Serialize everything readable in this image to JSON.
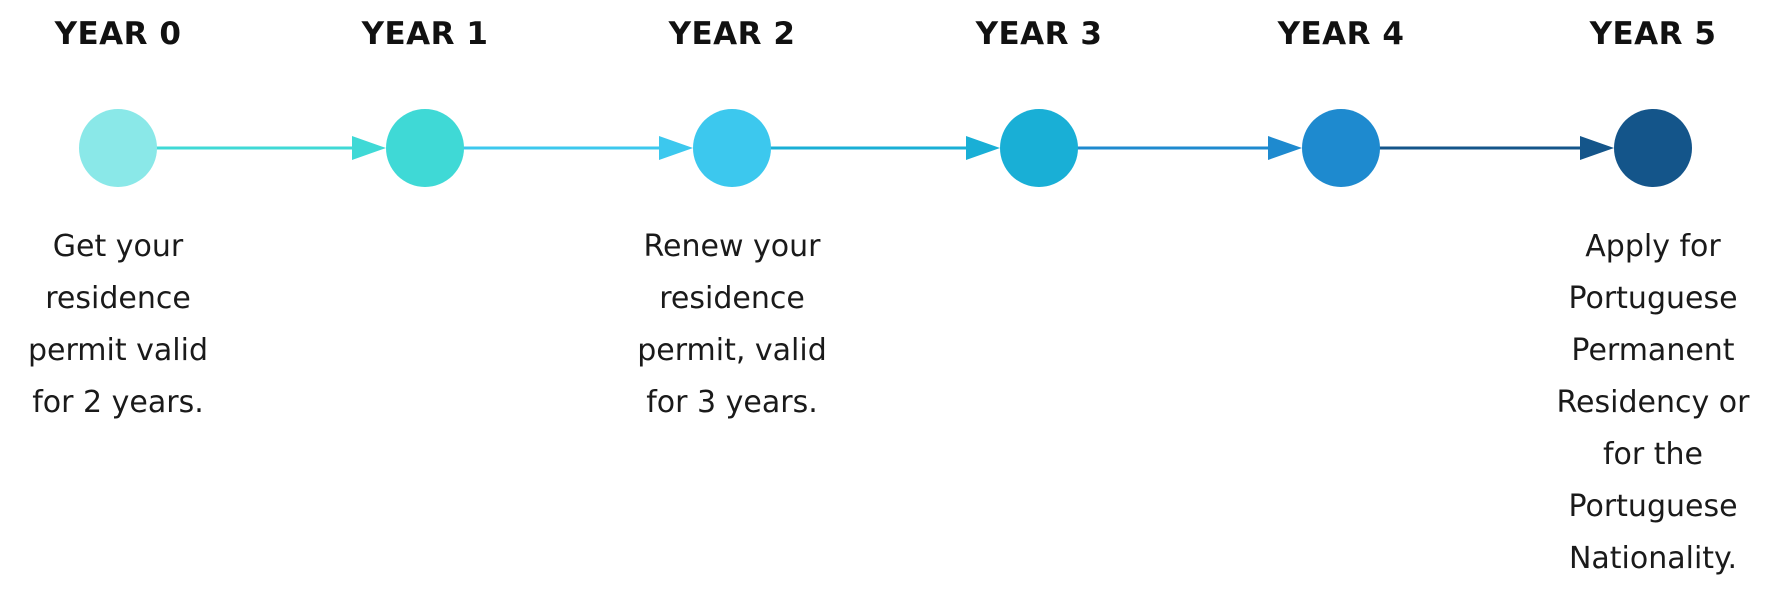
{
  "timeline": {
    "steps": [
      {
        "year": "YEAR 0",
        "color": "#8AE8E8",
        "description": [
          "Get your",
          "residence",
          "permit valid",
          "for 2 years."
        ]
      },
      {
        "year": "YEAR 1",
        "color": "#3FD9D6",
        "description": []
      },
      {
        "year": "YEAR 2",
        "color": "#3CC8EE",
        "description": [
          "Renew your",
          "residence",
          "permit, valid",
          "for 3 years."
        ]
      },
      {
        "year": "YEAR 3",
        "color": "#19AFD6",
        "description": []
      },
      {
        "year": "YEAR 4",
        "color": "#1E8ACF",
        "description": []
      },
      {
        "year": "YEAR 5",
        "color": "#14558A",
        "description": [
          "Apply for",
          "Portuguese",
          "Permanent",
          "Residency or",
          "for the",
          "Portuguese",
          "Nationality."
        ]
      }
    ]
  }
}
